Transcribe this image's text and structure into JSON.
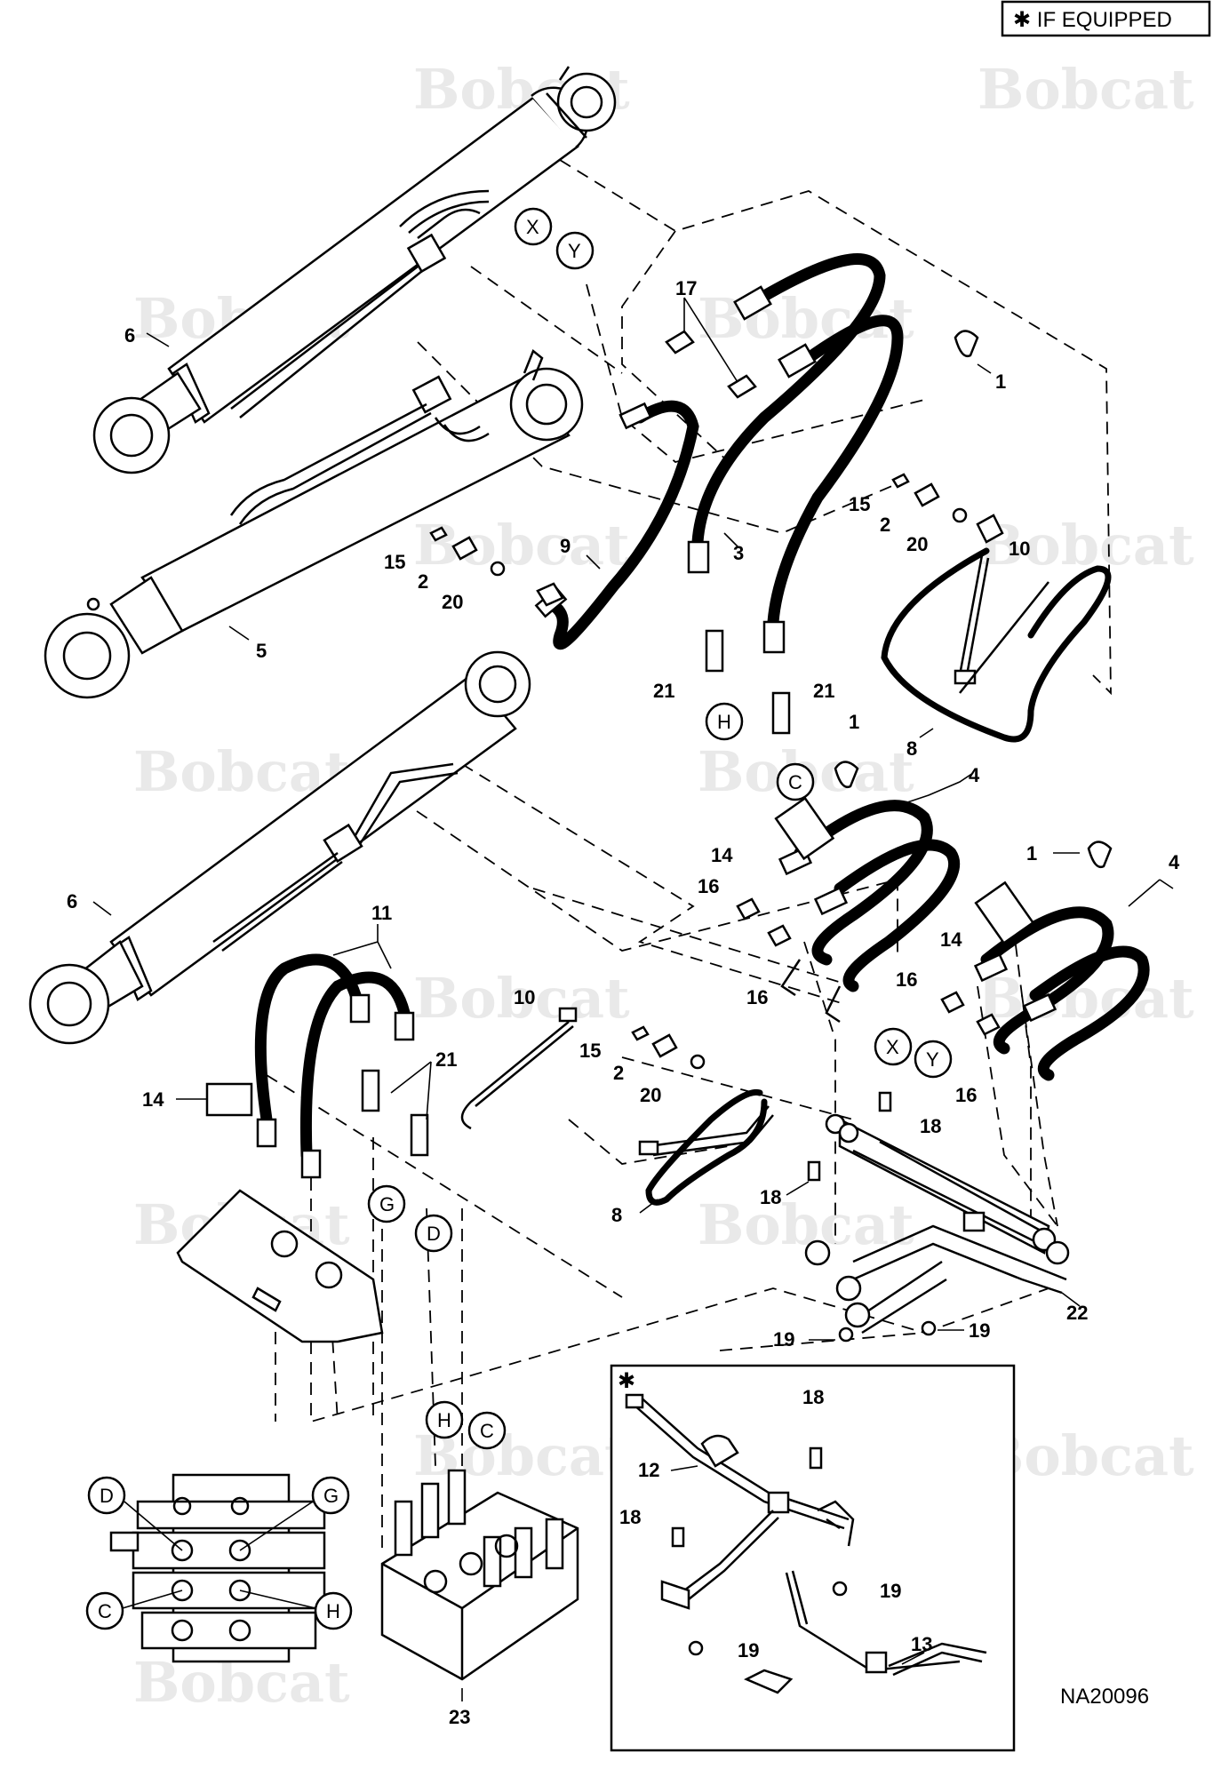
{
  "header": {
    "note": "✱ IF EQUIPPED"
  },
  "footer": {
    "ref": "NA20096"
  },
  "inset": {
    "marker": "✱"
  },
  "watermark": {
    "text": "Bobcat"
  },
  "callouts": {
    "c1a": "1",
    "c1b": "1",
    "c1c": "1",
    "c2a": "2",
    "c2b": "2",
    "c2c": "2",
    "c3": "3",
    "c4a": "4",
    "c4b": "4",
    "c5": "5",
    "c6a": "6",
    "c6b": "6",
    "c8a": "8",
    "c8b": "8",
    "c9": "9",
    "c10a": "10",
    "c10b": "10",
    "c11": "11",
    "c12": "12",
    "c13": "13",
    "c14a": "14",
    "c14b": "14",
    "c14c": "14",
    "c15a": "15",
    "c15b": "15",
    "c15c": "15",
    "c16a": "16",
    "c16b": "16",
    "c16c": "16",
    "c16d": "16",
    "c17": "17",
    "c18a": "18",
    "c18b": "18",
    "c18c": "18",
    "c18d": "18",
    "c19a": "19",
    "c19b": "19",
    "c19c": "19",
    "c19d": "19",
    "c20a": "20",
    "c20b": "20",
    "c20c": "20",
    "c21a": "21",
    "c21b": "21",
    "c21c": "21",
    "c22": "22",
    "c23": "23"
  },
  "connection_labels": {
    "x1": "X",
    "y1": "Y",
    "x2": "X",
    "y2": "Y",
    "h1": "H",
    "c1": "C",
    "g1": "G",
    "d1": "D",
    "h2": "H",
    "c2": "C",
    "d3": "D",
    "g3": "G",
    "c3": "C",
    "h3": "H"
  }
}
